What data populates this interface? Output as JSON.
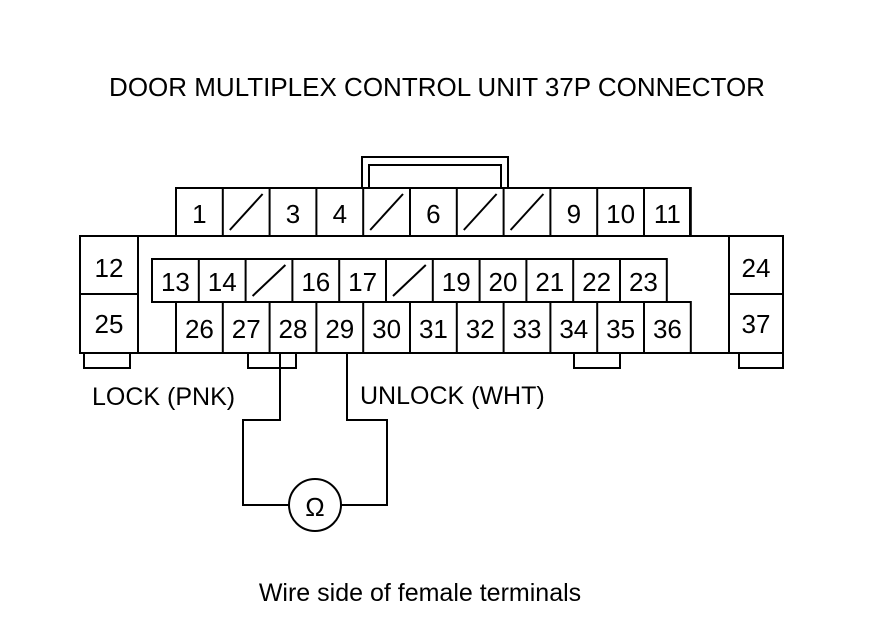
{
  "diagram": {
    "title": "DOOR MULTIPLEX CONTROL UNIT 37P CONNECTOR",
    "footer": "Wire side of female terminals",
    "lock_label": "LOCK (PNK)",
    "unlock_label": "UNLOCK (WHT)",
    "meter_symbol": "Ω",
    "top_row_pins": [
      "1",
      "",
      "3",
      "4",
      "",
      "6",
      "",
      "",
      "9",
      "10",
      "11"
    ],
    "middle_row_pins": [
      "13",
      "14",
      "",
      "16",
      "17",
      "",
      "19",
      "20",
      "21",
      "22",
      "23"
    ],
    "bottom_row_pins": [
      "26",
      "27",
      "28",
      "29",
      "30",
      "31",
      "32",
      "33",
      "34",
      "35",
      "36"
    ],
    "left_pins": [
      "12",
      "25"
    ],
    "right_pins": [
      "24",
      "37"
    ],
    "probe_pins": [
      "28",
      "29"
    ]
  }
}
